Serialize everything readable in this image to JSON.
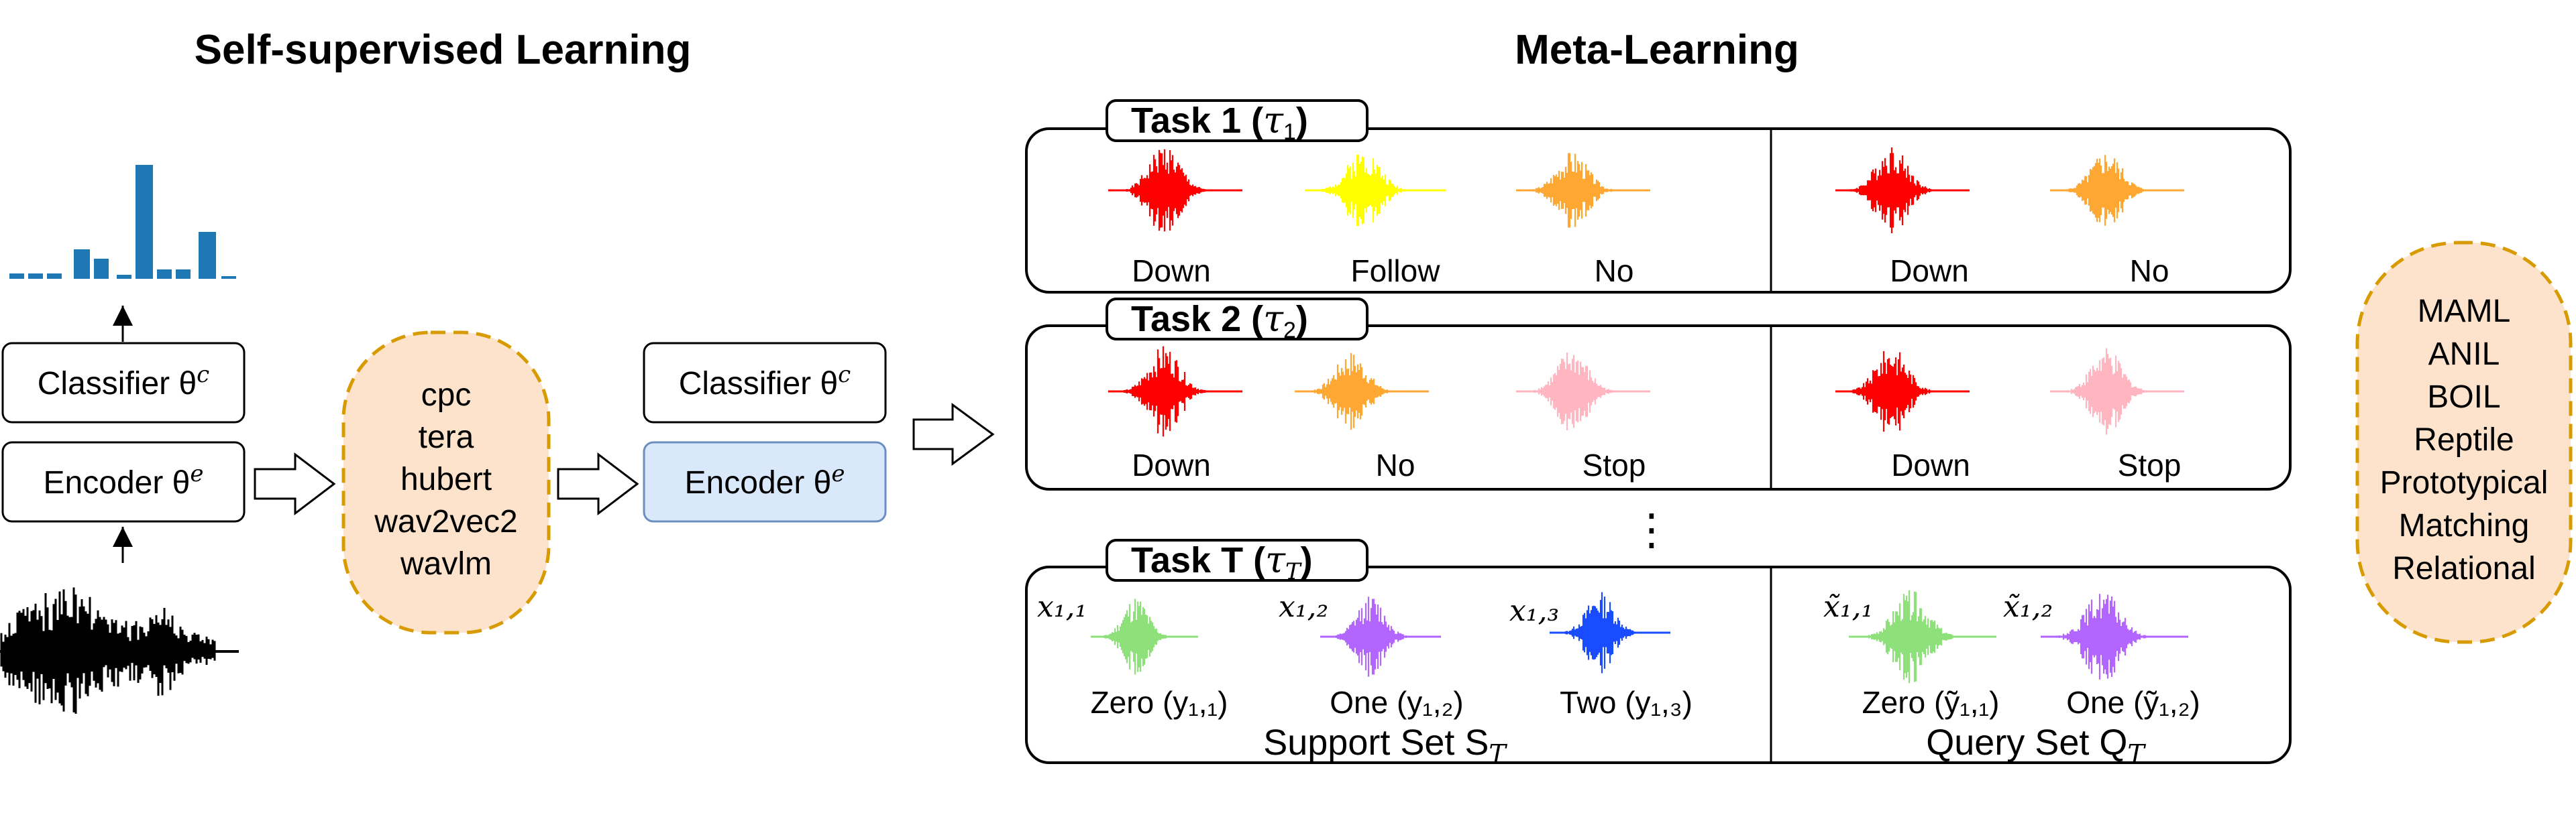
{
  "ssl": {
    "title": "Self-supervised Learning",
    "classifier_label": "Classifier θ",
    "classifier_sup": "c",
    "encoder_label": "Encoder θ",
    "encoder_sup": "e",
    "models": [
      "cpc",
      "tera",
      "hubert",
      "wav2vec2",
      "wavlm"
    ]
  },
  "middle": {
    "classifier_label": "Classifier θ",
    "classifier_sup": "c",
    "encoder_label": "Encoder θ",
    "encoder_sup": "e"
  },
  "meta": {
    "title": "Meta-Learning",
    "task1": {
      "label": "Task 1 (",
      "sym": "τ",
      "sub": "1",
      "close": ")",
      "support": [
        "Down",
        "Follow",
        "No"
      ],
      "query": [
        "Down",
        "No"
      ]
    },
    "task2": {
      "label": "Task 2 (",
      "sym": "τ",
      "sub": "2",
      "close": ")",
      "support": [
        "Down",
        "No",
        "Stop"
      ],
      "query": [
        "Down",
        "Stop"
      ]
    },
    "ellipsis": "⋮",
    "taskT": {
      "label": "Task T (",
      "sym": "τ",
      "sub": "T",
      "close": ")",
      "support_x": [
        "x₁,₁",
        "x₁,₂",
        "x₁,₃"
      ],
      "support": [
        "Zero (y₁,₁)",
        "One (y₁,₂)",
        "Two (y₁,₃)"
      ],
      "query_x": [
        "x̃₁,₁",
        "x̃₁,₂"
      ],
      "query": [
        "Zero (ỹ₁,₁)",
        "One (ỹ₁,₂)"
      ],
      "support_set": "Support Set S",
      "support_set_sub": "T",
      "query_set": "Query Set Q",
      "query_set_sub": "T"
    },
    "algorithms": [
      "MAML",
      "ANIL",
      "BOIL",
      "Reptile",
      "Prototypical",
      "Matching",
      "Relational"
    ]
  },
  "colors": {
    "accent_orange_fill": "#fde3cc",
    "accent_orange_stroke": "#d79b00",
    "encoder_blue_fill": "#dae8fc",
    "encoder_blue_stroke": "#6c8ebf",
    "bar_blue": "#1f77b4",
    "wave_red": "#ff0000",
    "wave_yellow": "#ffff00",
    "wave_orange": "#ffa733",
    "wave_pink": "#ffb6c1",
    "wave_green": "#8ee07a",
    "wave_purple": "#b266ff",
    "wave_blue": "#1a4cff"
  }
}
